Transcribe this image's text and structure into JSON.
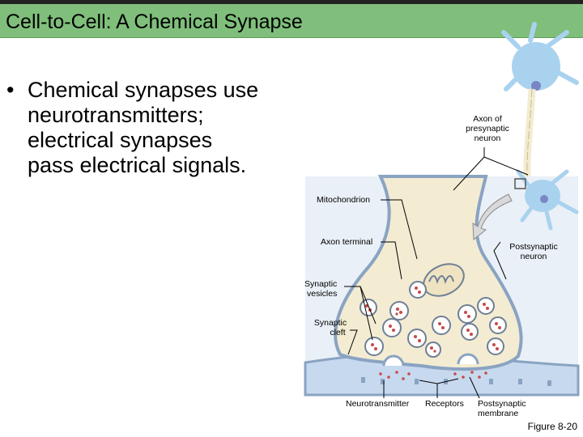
{
  "title": "Cell-to-Cell: A Chemical Synapse",
  "bullet": {
    "symbol": "•",
    "lines": [
      "Chemical synapses use",
      "neurotransmitters;",
      "electrical synapses",
      "pass electrical signals."
    ]
  },
  "labels": {
    "axon_presynaptic": [
      "Axon of",
      "presynaptic",
      "neuron"
    ],
    "mitochondrion": "Mitochondrion",
    "axon_terminal": "Axon terminal",
    "postsynaptic_neuron": [
      "Postsynaptic",
      "neuron"
    ],
    "synaptic_vesicles": [
      "Synaptic",
      "vesicles"
    ],
    "synaptic_cleft": [
      "Synaptic",
      "cleft"
    ],
    "neurotransmitter": "Neurotransmitter",
    "receptors": "Receptors",
    "postsynaptic_membrane": [
      "Postsynaptic",
      "membrane"
    ]
  },
  "figure": "Figure 8-20",
  "colors": {
    "title_bg": "#7fbf7b",
    "cytoplasm": "#f3ecd2",
    "membrane": "#8aa3c2",
    "post_cell": "#c7d9ee",
    "vesicle": "#c84a4a",
    "neuron": "#a9d2ef"
  }
}
